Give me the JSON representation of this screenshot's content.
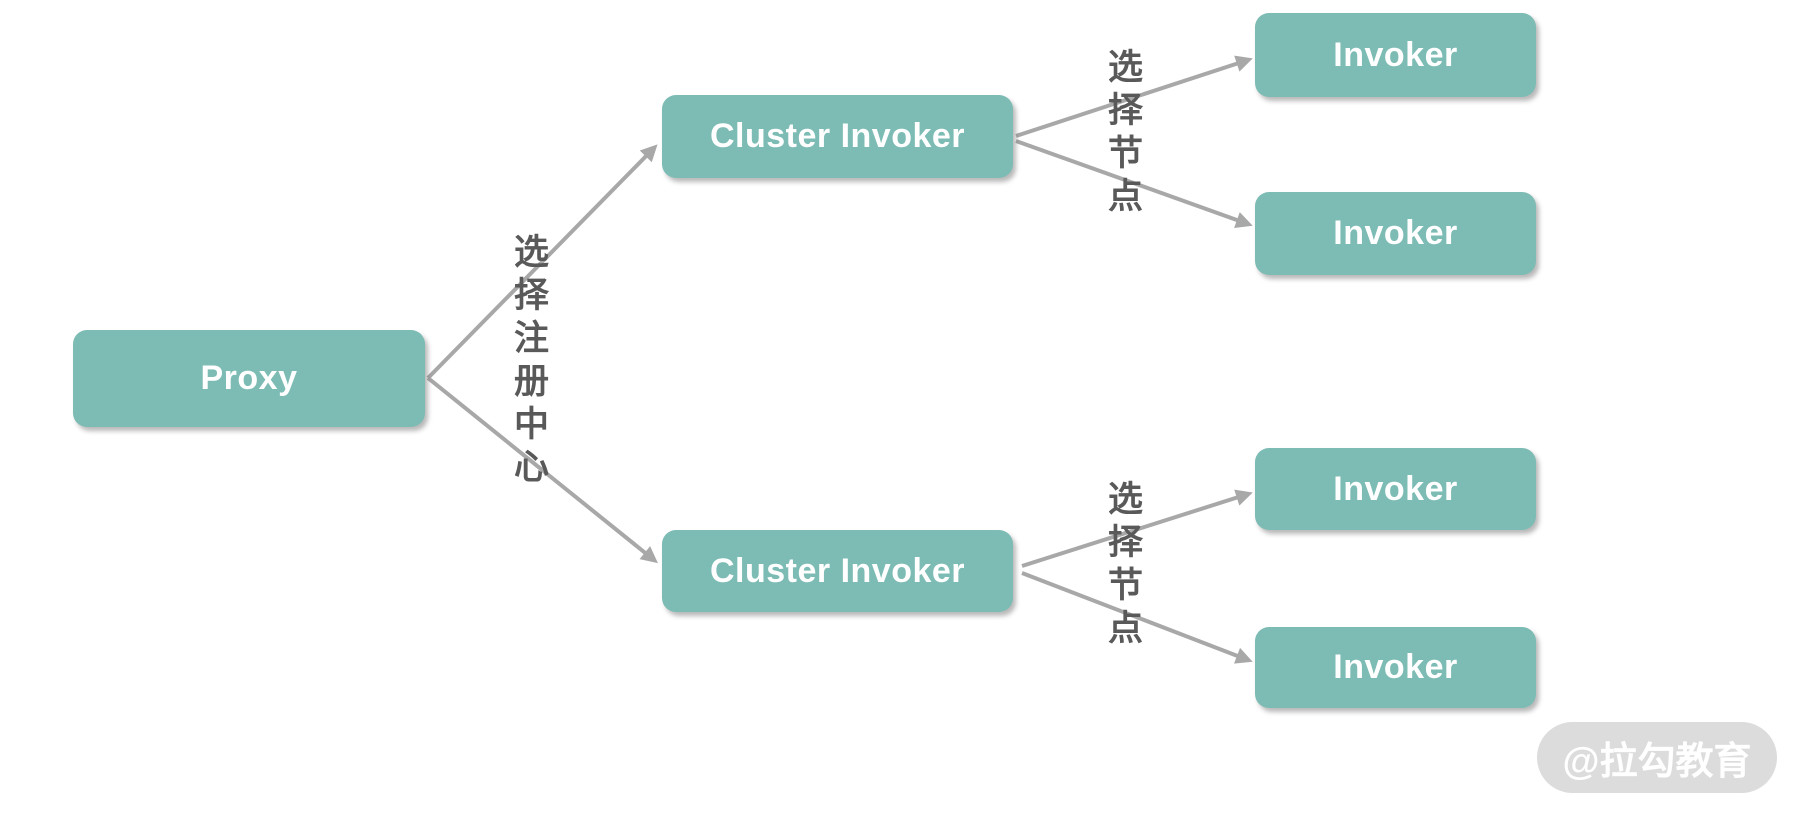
{
  "diagram": {
    "nodes": {
      "proxy": {
        "label": "Proxy"
      },
      "cluster_invoker_top": {
        "label": "Cluster Invoker"
      },
      "cluster_invoker_bottom": {
        "label": "Cluster Invoker"
      },
      "invoker_top_1": {
        "label": "Invoker"
      },
      "invoker_top_2": {
        "label": "Invoker"
      },
      "invoker_bottom_1": {
        "label": "Invoker"
      },
      "invoker_bottom_2": {
        "label": "Invoker"
      }
    },
    "edge_labels": {
      "proxy_to_clusters": "选择注册中心",
      "top_cluster_to_invokers": "选择节点",
      "bottom_cluster_to_invokers": "选择节点"
    },
    "edges": [
      {
        "from": "Proxy",
        "to": "Cluster Invoker (top)",
        "label": "选择注册中心"
      },
      {
        "from": "Proxy",
        "to": "Cluster Invoker (bottom)",
        "label": "选择注册中心"
      },
      {
        "from": "Cluster Invoker (top)",
        "to": "Invoker (top 1)",
        "label": "选择节点"
      },
      {
        "from": "Cluster Invoker (top)",
        "to": "Invoker (top 2)",
        "label": "选择节点"
      },
      {
        "from": "Cluster Invoker (bottom)",
        "to": "Invoker (bottom 1)",
        "label": "选择节点"
      },
      {
        "from": "Cluster Invoker (bottom)",
        "to": "Invoker (bottom 2)",
        "label": "选择节点"
      }
    ],
    "watermark": {
      "text": "@拉勾教育"
    },
    "colors": {
      "node_fill": "#7dbcb4",
      "node_text": "#ffffff",
      "connector": "#a8a8a8",
      "edge_label_text": "#595959",
      "watermark_bg": "#dcdcdc",
      "watermark_text": "#ffffff",
      "background": "#ffffff"
    }
  }
}
